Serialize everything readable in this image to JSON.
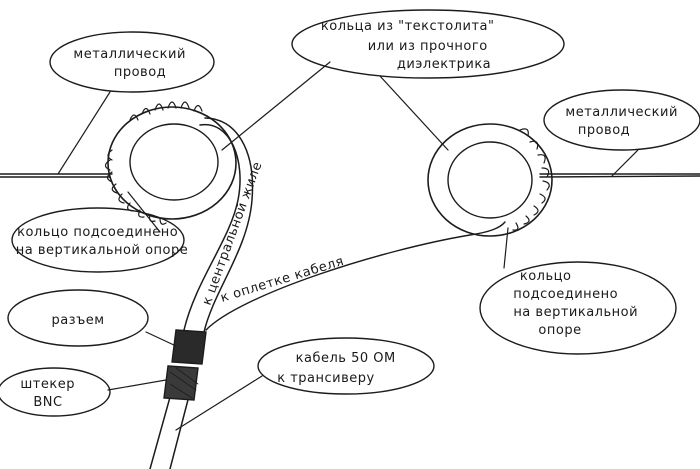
{
  "labels": {
    "metal_wire_left": [
      "металлический",
      "провод"
    ],
    "rings": [
      "кольца из \"текстолита\"",
      "или из прочного",
      "диэлектрика"
    ],
    "metal_wire_right": [
      "металлический",
      "провод"
    ],
    "ring_mount_left": [
      "кольцо подсоединено",
      "на вертикальной опоре"
    ],
    "ring_mount_right": [
      "кольцо",
      "подсоединено",
      "на вертикальной",
      "опоре"
    ],
    "connector": "разъем",
    "plug": [
      "штекер",
      "BNC"
    ],
    "cable": [
      "кабель 50 ОМ",
      "к трансиверу"
    ],
    "to_braid": "к оплетке кабеля",
    "to_core": "к центральной жиле"
  },
  "colors": {
    "ink": "#1c1c1c",
    "paper": "#ffffff"
  }
}
